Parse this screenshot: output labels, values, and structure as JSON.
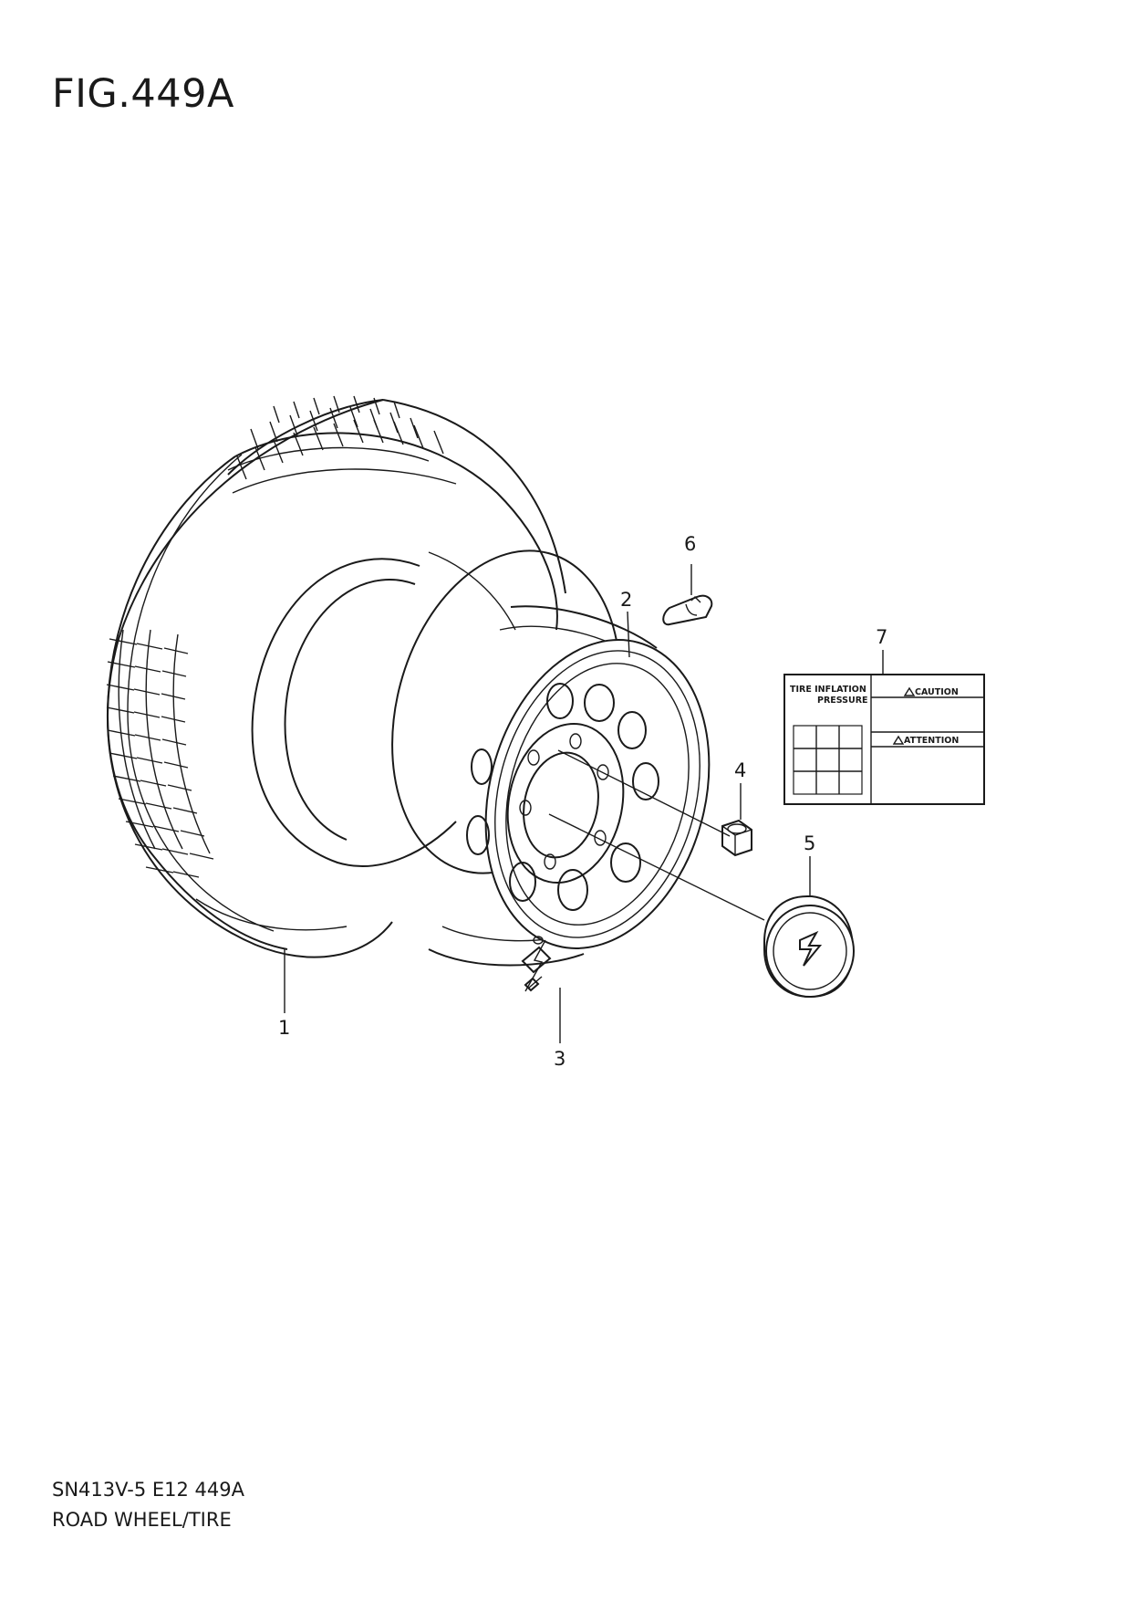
{
  "figure": {
    "title": "FIG.449A",
    "code": "SN413V-5 E12 449A",
    "name": "ROAD WHEEL/TIRE"
  },
  "callouts": [
    "1",
    "2",
    "3",
    "4",
    "5",
    "6",
    "7"
  ],
  "label": {
    "tire_inflation": "TIRE INFLATION",
    "pressure": "PRESSURE",
    "caution": "CAUTION",
    "attention": "ATTENTION"
  }
}
